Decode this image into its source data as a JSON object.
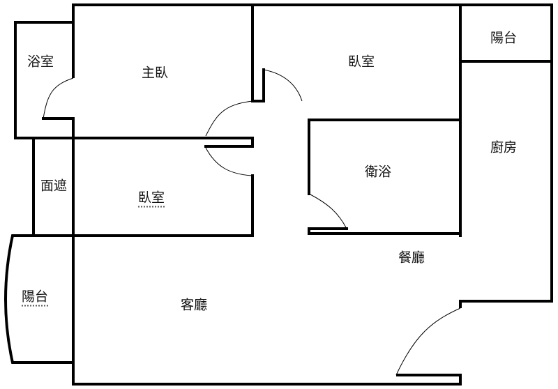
{
  "rooms": {
    "bath_left": "浴室",
    "master_bedroom": "主臥",
    "bedroom_top": "臥室",
    "balcony_top_right": "陽台",
    "kitchen": "廚房",
    "bathroom_center": "衛浴",
    "mask_area": "面遮",
    "bedroom_lower": "臥室",
    "dining": "餐廳",
    "balcony_left": "陽台",
    "living": "客廳"
  }
}
